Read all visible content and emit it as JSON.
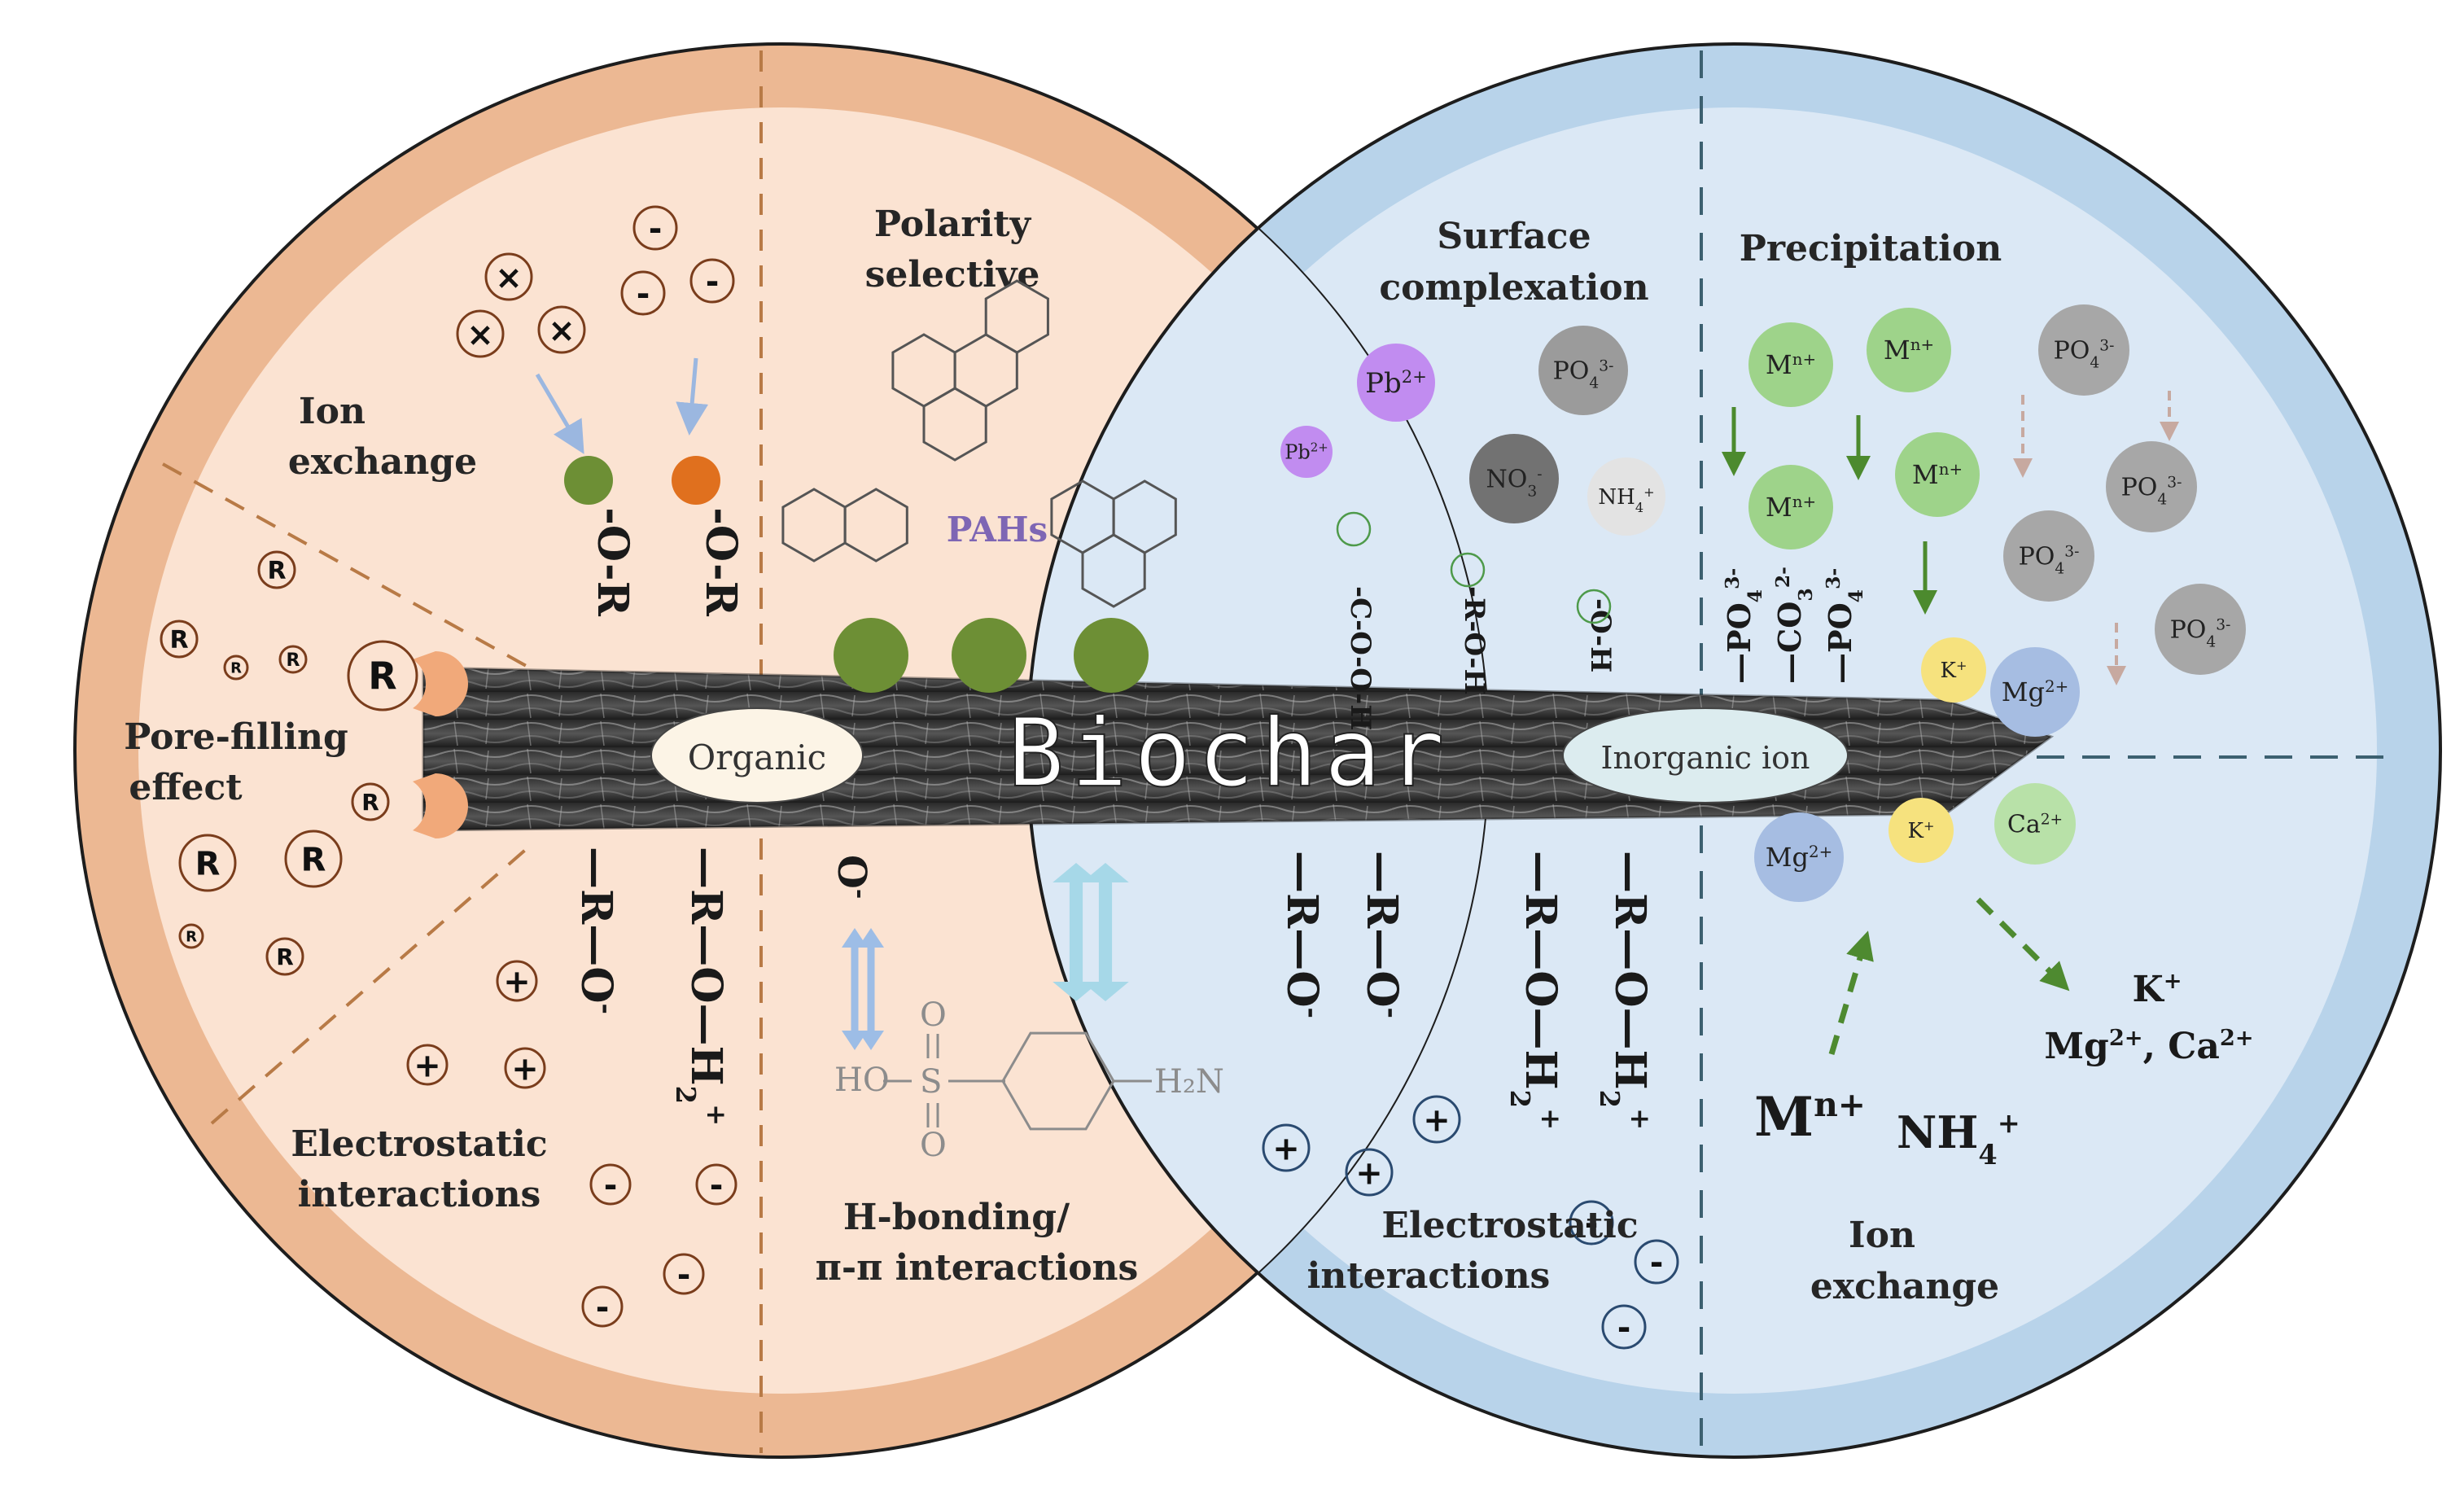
{
  "colors": {
    "left_ring": "#ecb893",
    "left_fill": "#fbe3d2",
    "right_ring": "#b8d3ea",
    "right_fill": "#dbe8f5",
    "green_particle": "#6d8f35",
    "orange_particle": "#e0701e",
    "pore_cap": "#f1a97a",
    "divider_left": "#b87a46",
    "divider_right": "#3c6070"
  },
  "center": {
    "title": "Biochar",
    "organic_label": "Organic",
    "inorganic_label": "Inorganic ion"
  },
  "left": {
    "ion_exchange": {
      "line1": "Ion",
      "line2": "exchange"
    },
    "polarity": {
      "line1": "Polarity",
      "line2": "selective"
    },
    "pahs_label": "PAHs",
    "pore_filling": {
      "line1": "Pore-filling",
      "line2": "effect"
    },
    "electrostatic": {
      "line1": "Electrostatic",
      "line2": "interactions"
    },
    "hbonding": {
      "line1": "H-bonding/",
      "line2": "π-π interactions"
    },
    "r_symbol": "R",
    "bonds_top": [
      "-O-R",
      "-O-R"
    ],
    "bond_o_minus_main": "—R—O",
    "bond_o_minus_sup": "-",
    "bond_h2_main": "—R—O—H",
    "bond_h2_sub": "2",
    "bond_h2_sup": "+",
    "o_minus": "O",
    "o_minus_sup": "-",
    "sulfa": {
      "ho": "HO",
      "s": "S",
      "o_top": "O",
      "o_bottom": "O",
      "nh2": "H₂N"
    }
  },
  "right": {
    "surface_complexation": {
      "line1": "Surface",
      "line2": "complexation"
    },
    "precipitation": "Precipitation",
    "electrostatic": {
      "line1": "Electrostatic",
      "line2": "interactions"
    },
    "ion_exchange": {
      "line1": "Ion",
      "line2": "exchange"
    },
    "surface_groups": [
      "-C-O-O-H",
      "-R-O-H",
      "-O-H"
    ],
    "precip_groups": [
      {
        "main": "—PO",
        "sub": "4",
        "sup": "3-"
      },
      {
        "main": "—CO",
        "sub": "3",
        "sup": "2-"
      },
      {
        "main": "—PO",
        "sub": "4",
        "sup": "3-"
      }
    ],
    "lower_bonds": [
      {
        "main": "—R—O",
        "sub": "",
        "sup": "-"
      },
      {
        "main": "—R—O",
        "sub": "",
        "sup": "-"
      },
      {
        "main": "—R—O—H",
        "sub": "2",
        "sup": "+"
      },
      {
        "main": "—R—O—H",
        "sub": "2",
        "sup": "+"
      }
    ],
    "ions": {
      "pb": "Pb",
      "pb_sup": "2+",
      "po4": "PO",
      "po4_sub": "4",
      "po4_sup": "3-",
      "no3": "NO",
      "no3_sub": "3",
      "no3_sup": "-",
      "nh4": "NH",
      "nh4_sub": "4",
      "nh4_sup": "+",
      "mn": "M",
      "mn_sup": "n+",
      "k": "K",
      "k_sup": "+",
      "mg": "Mg",
      "mg_sup": "2+",
      "ca": "Ca",
      "ca_sup": "2+"
    },
    "exchange_out": {
      "line1": "K",
      "line1_sup": "+",
      "mg": "Mg",
      "mg_sup": "2+",
      "sep": ",  ",
      "ca": "Ca",
      "ca_sup": "2+"
    },
    "exchange_in": {
      "mn": "M",
      "mn_sup": "n+",
      "nh4": "NH",
      "nh4_sub": "4",
      "nh4_sup": "+"
    }
  },
  "signs": {
    "plus": "+",
    "minus": "-",
    "cross": "×"
  }
}
